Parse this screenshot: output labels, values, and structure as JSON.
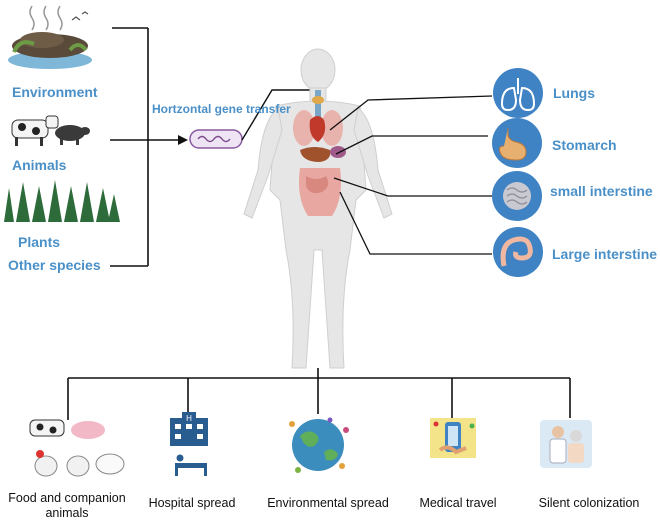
{
  "sources": {
    "environment": "Environment",
    "animals": "Animals",
    "plants": "Plants",
    "other_species": "Other species"
  },
  "transfer_label": "Hortzontal gene transfer",
  "organs": {
    "lungs": "Lungs",
    "stomach": "Stomarch",
    "small_intestine": "small interstine",
    "large_intestine": "Large interstine"
  },
  "spread_routes": {
    "food": "Food and companion animals",
    "hospital": "Hospital spread",
    "environmental": "Environmental spread",
    "medical_travel": "Medical travel",
    "silent": "Silent colonization"
  },
  "colors": {
    "label_blue": "#4a90c8",
    "organ_circle": "#3f83c4",
    "body_fill": "#e6e6e6",
    "connector": "#111111"
  }
}
